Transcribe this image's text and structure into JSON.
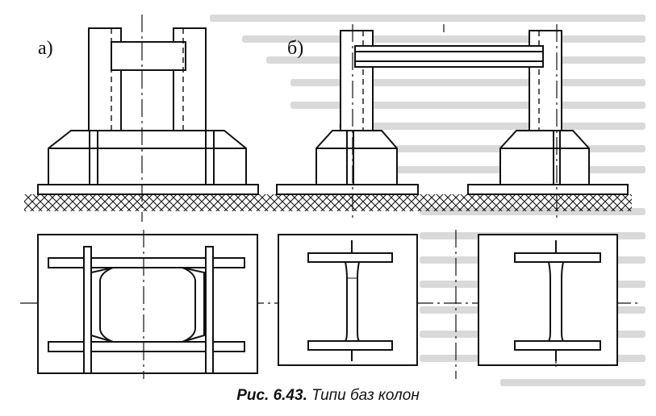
{
  "labels": {
    "panel_a": "а)",
    "panel_b": "б)"
  },
  "caption": {
    "number": "Рис. 6.43.",
    "title": "Типи баз колон"
  },
  "colors": {
    "ink": "#111111",
    "bleed_text": "#d4d4d4"
  }
}
